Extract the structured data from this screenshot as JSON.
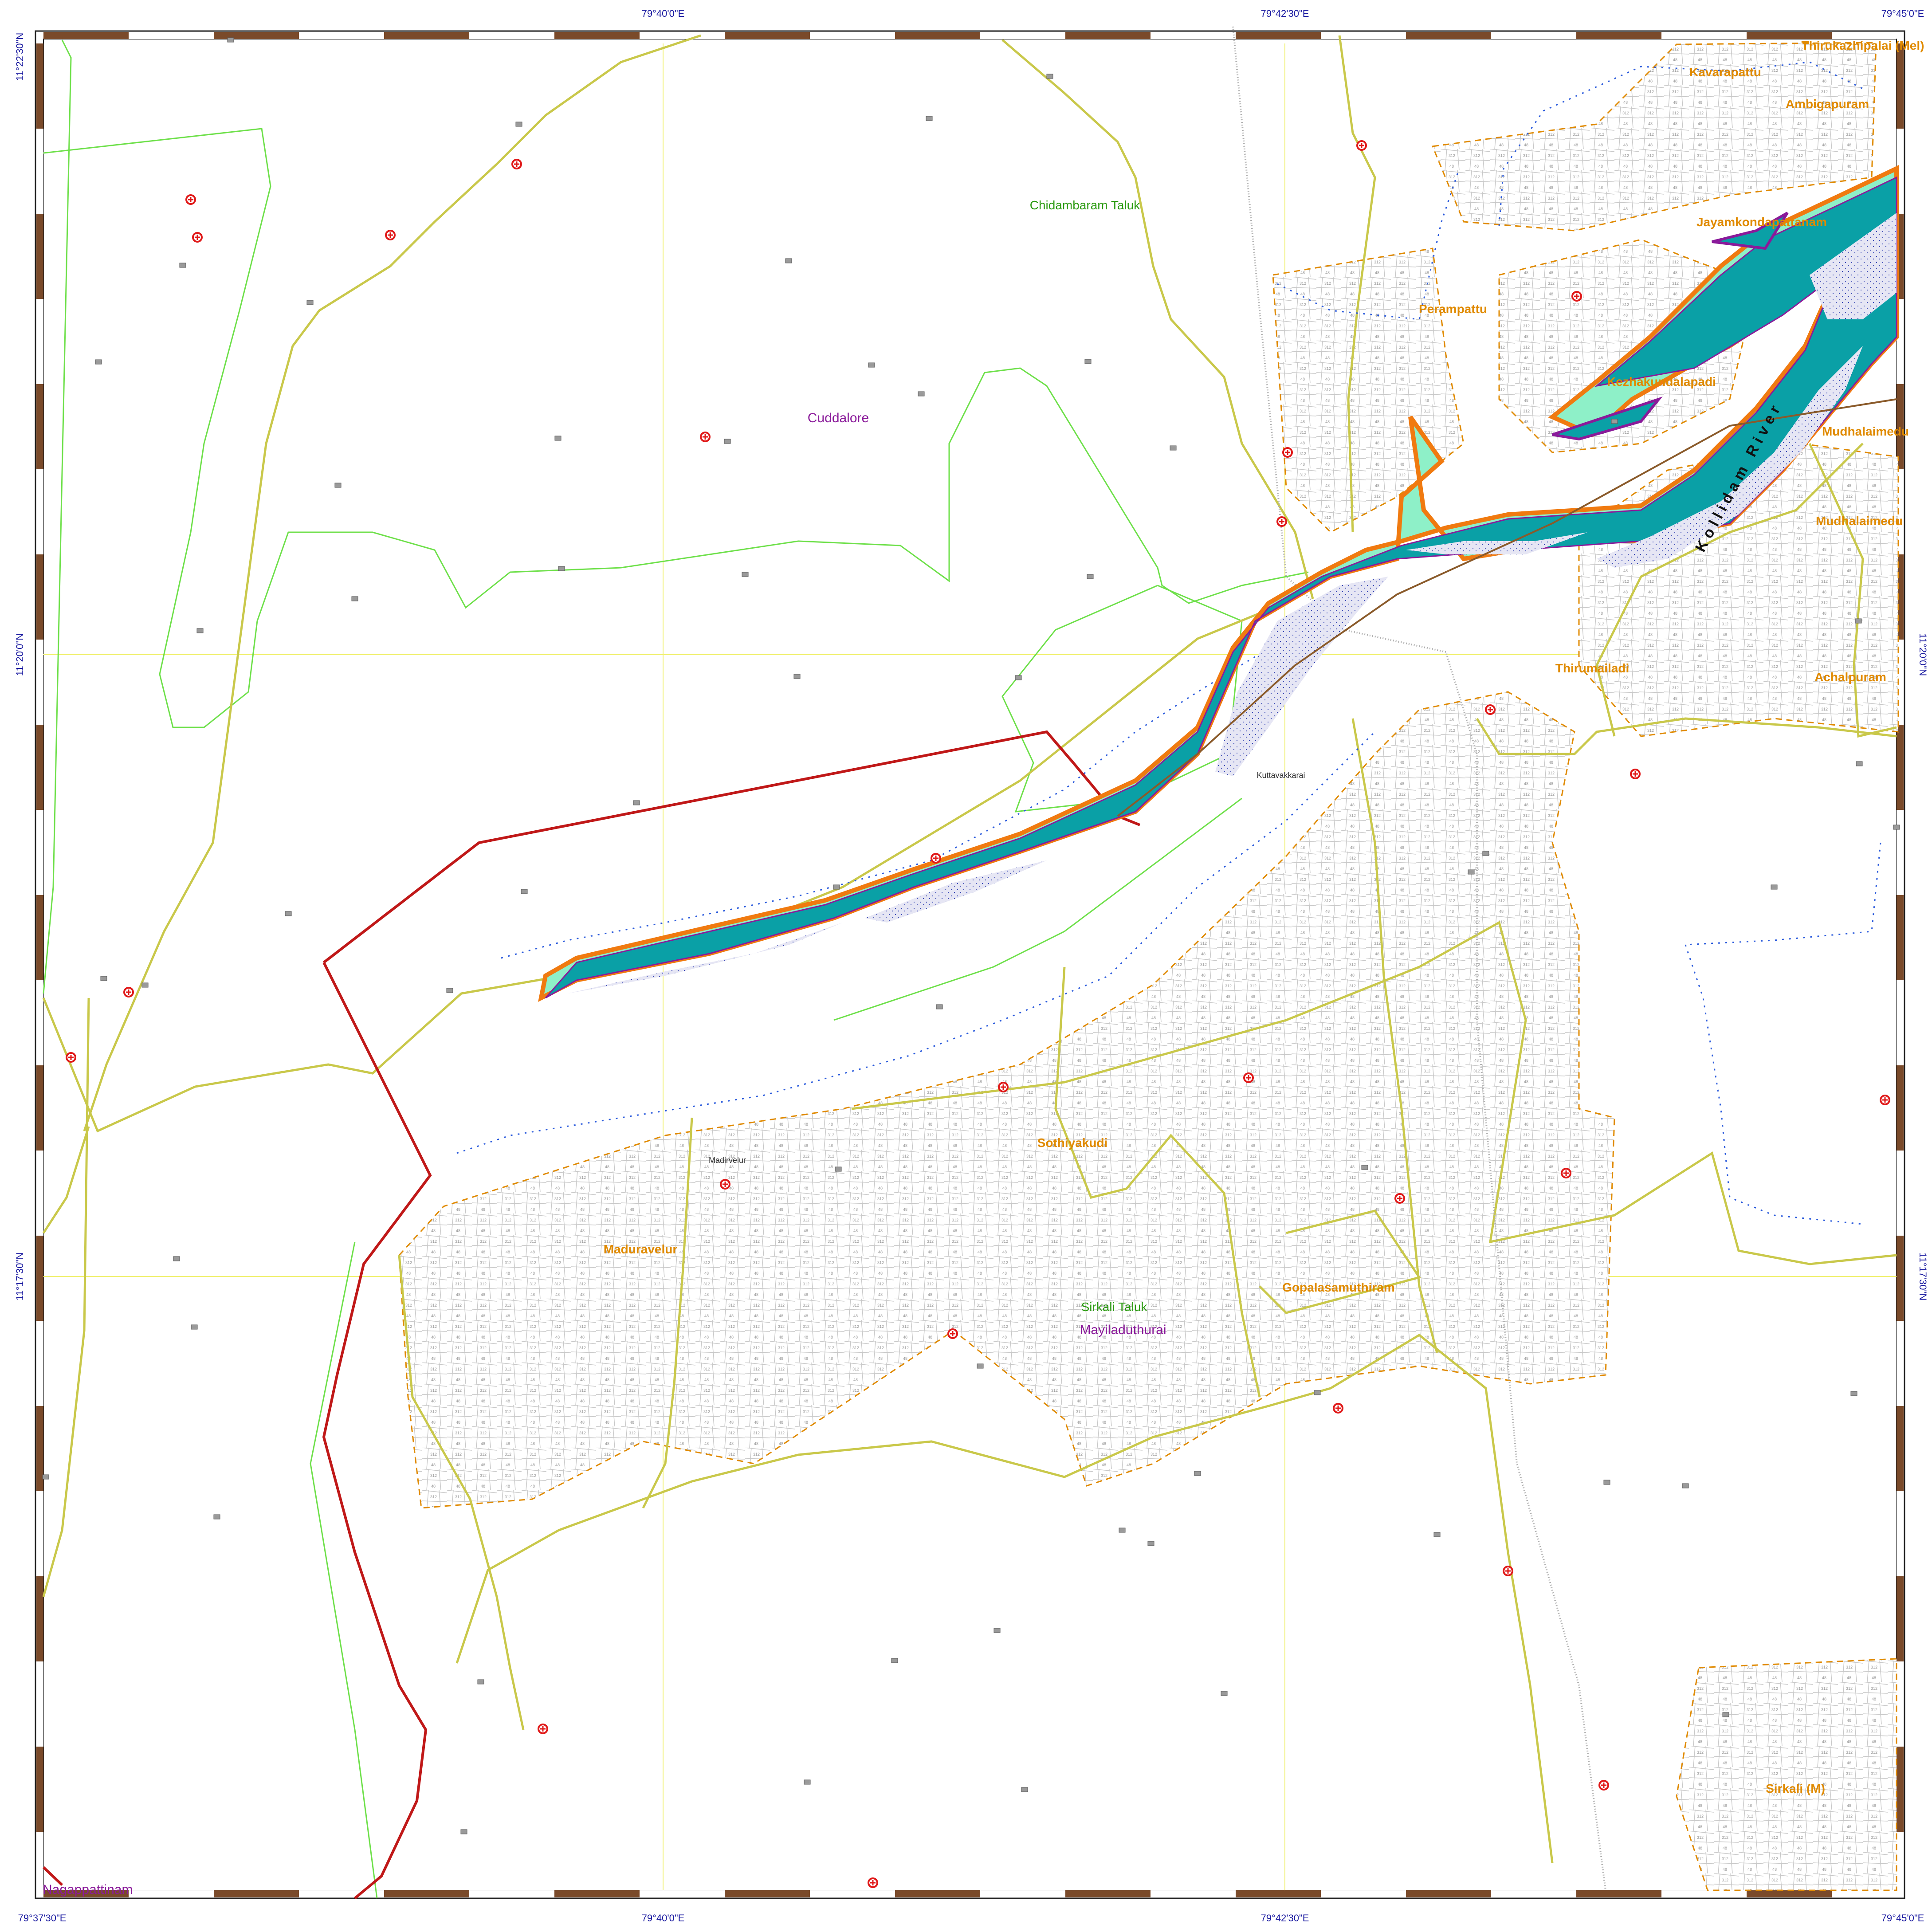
{
  "colors": {
    "frame_dark": "#7a4a2a",
    "frame_light": "#ffffff",
    "river": "#0aa0a6",
    "river_outline": "#f07a10",
    "river_halo": "#8ef0c8",
    "district_boundary": "#c01818",
    "village_boundary": "#c9c84a",
    "taluk_boundary": "#6ee04a",
    "stream": "#2a5adc",
    "plot_lines": "#c8c8c8",
    "label_village": "#e08a00",
    "label_district": "#8a1a9a",
    "label_taluk": "#2a9a10",
    "coordinate_text": "#1a1aa0",
    "hospital": "#e01818"
  },
  "coordinates": {
    "top": [
      "79°40'0\"E",
      "79°42'30\"E",
      "79°45'0\"E"
    ],
    "bottom": [
      "79°37'30\"E",
      "79°40'0\"E",
      "79°42'30\"E",
      "79°45'0\"E"
    ],
    "left": [
      "11°22'30\"N",
      "11°20'0\"N",
      "11°17'30\"N"
    ],
    "right": [
      "11°20'0\"N",
      "11°17'30\"N"
    ]
  },
  "districts": {
    "cuddalore": "Cuddalore",
    "mayiladuthurai": "Mayiladuthurai",
    "nagappattinam": "Nagappattinam"
  },
  "taluks": {
    "chidambaram": "Chidambaram Taluk",
    "sirkali": "Sirkali Taluk"
  },
  "river_name": "Kollidam River",
  "villages": {
    "thirukazhipalai": "Thirukazhipalai (Mel)",
    "kavarapattu": "Kavarapattu",
    "ambigapuram": "Ambigapuram",
    "jayamkondapattanam": "Jayamkondapattanam",
    "perampattu": "Perampattu",
    "kezhakundalapadi": "Kezhakundalapadi",
    "mudhalaimedu_1": "Mudhalaimedu",
    "mudhalaimedu_2": "Mudhalaimedu",
    "thirumailadi": "Thirumailadi",
    "achalpuram": "Achalpuram",
    "sothiyakudi": "Sothiyakudi",
    "maduravelur": "Maduravelur",
    "gopalasamuthiram": "Gopalasamuthiram",
    "sirkali_m": "Sirkali (M)"
  },
  "places": {
    "madirvelur": "Madirvelur",
    "kuttavakkarai": "Kuttavakkarai"
  }
}
